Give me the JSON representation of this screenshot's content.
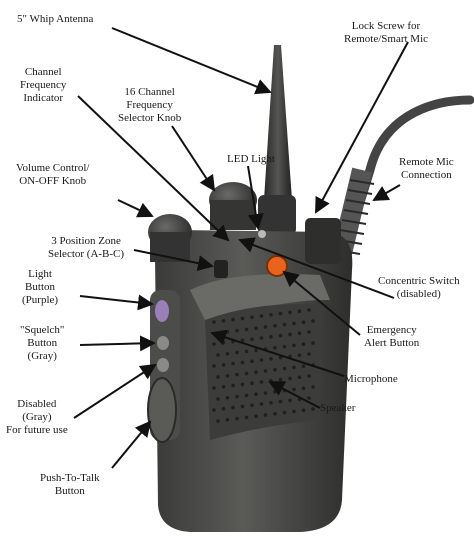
{
  "labels": {
    "whip_antenna": [
      "5\" Whip Antenna"
    ],
    "lock_screw": [
      "Lock Screw for",
      "Remote/Smart Mic"
    ],
    "channel_frequency_indicator": [
      "Channel",
      "Frequency",
      "Indicator"
    ],
    "channel_selector_knob": [
      "16 Channel",
      "Frequency",
      "Selector Knob"
    ],
    "led_light": [
      "LED Light"
    ],
    "remote_mic_connection": [
      "Remote Mic",
      "Connection"
    ],
    "volume_control": [
      "Volume Control/",
      "ON-OFF Knob"
    ],
    "zone_selector": [
      "3 Position Zone",
      "Selector (A-B-C)"
    ],
    "light_button": [
      "Light",
      "Button",
      "(Purple)"
    ],
    "squelch_button": [
      "\"Squelch\"",
      "Button",
      "(Gray)"
    ],
    "disabled_button": [
      "Disabled",
      "(Gray)",
      "For future use"
    ],
    "push_to_talk": [
      "Push-To-Talk",
      "Button"
    ],
    "concentric_switch": [
      "Concentric Switch",
      "(disabled)"
    ],
    "emergency_alert": [
      "Emergency",
      "Alert Button"
    ],
    "microphone": [
      "Microphone"
    ],
    "speaker": [
      "Speaker"
    ]
  },
  "colors": {
    "radio_body": "#4a4a48",
    "radio_dark": "#2b2b2a",
    "emergency_button": "#e8641c",
    "light_button": "#9b7fb8",
    "arrow": "#111111"
  }
}
